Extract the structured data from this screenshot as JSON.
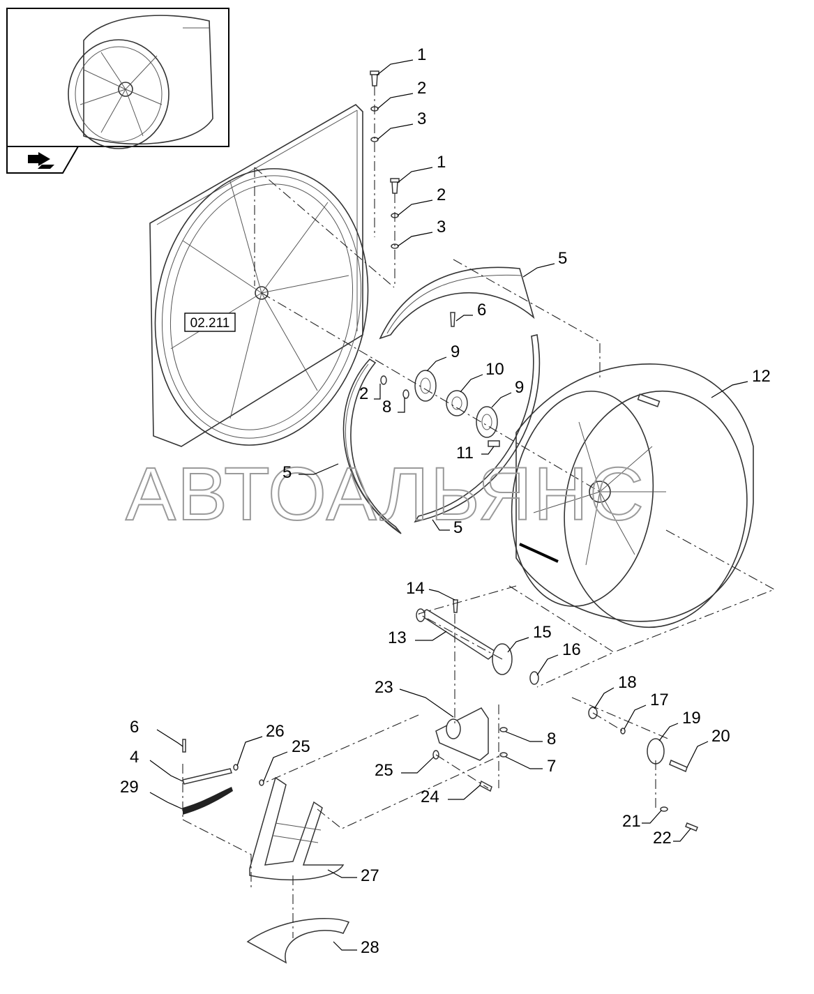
{
  "reference_tag": "02.211",
  "watermark": "АВТОАЛЬЯНС",
  "nav_icon": "return-arrow-icon",
  "callouts": [
    {
      "id": "c1a",
      "text": "1"
    },
    {
      "id": "c2a",
      "text": "2"
    },
    {
      "id": "c3a",
      "text": "3"
    },
    {
      "id": "c1b",
      "text": "1"
    },
    {
      "id": "c2b",
      "text": "2"
    },
    {
      "id": "c3b",
      "text": "3"
    },
    {
      "id": "c5a",
      "text": "5"
    },
    {
      "id": "c6a",
      "text": "6"
    },
    {
      "id": "c9a",
      "text": "9"
    },
    {
      "id": "c10",
      "text": "10"
    },
    {
      "id": "c9b",
      "text": "9"
    },
    {
      "id": "c2c",
      "text": "2"
    },
    {
      "id": "c8a",
      "text": "8"
    },
    {
      "id": "c11",
      "text": "11"
    },
    {
      "id": "c12",
      "text": "12"
    },
    {
      "id": "c5b",
      "text": "5"
    },
    {
      "id": "c5c",
      "text": "5"
    },
    {
      "id": "c14",
      "text": "14"
    },
    {
      "id": "c13",
      "text": "13"
    },
    {
      "id": "c15",
      "text": "15"
    },
    {
      "id": "c16",
      "text": "16"
    },
    {
      "id": "c23",
      "text": "23"
    },
    {
      "id": "c18",
      "text": "18"
    },
    {
      "id": "c17",
      "text": "17"
    },
    {
      "id": "c19",
      "text": "19"
    },
    {
      "id": "c20",
      "text": "20"
    },
    {
      "id": "c8b",
      "text": "8"
    },
    {
      "id": "c7",
      "text": "7"
    },
    {
      "id": "c25a",
      "text": "25"
    },
    {
      "id": "c24",
      "text": "24"
    },
    {
      "id": "c6b",
      "text": "6"
    },
    {
      "id": "c26",
      "text": "26"
    },
    {
      "id": "c25b",
      "text": "25"
    },
    {
      "id": "c4",
      "text": "4"
    },
    {
      "id": "c29",
      "text": "29"
    },
    {
      "id": "c21",
      "text": "21"
    },
    {
      "id": "c22",
      "text": "22"
    },
    {
      "id": "c27",
      "text": "27"
    },
    {
      "id": "c28",
      "text": "28"
    }
  ]
}
